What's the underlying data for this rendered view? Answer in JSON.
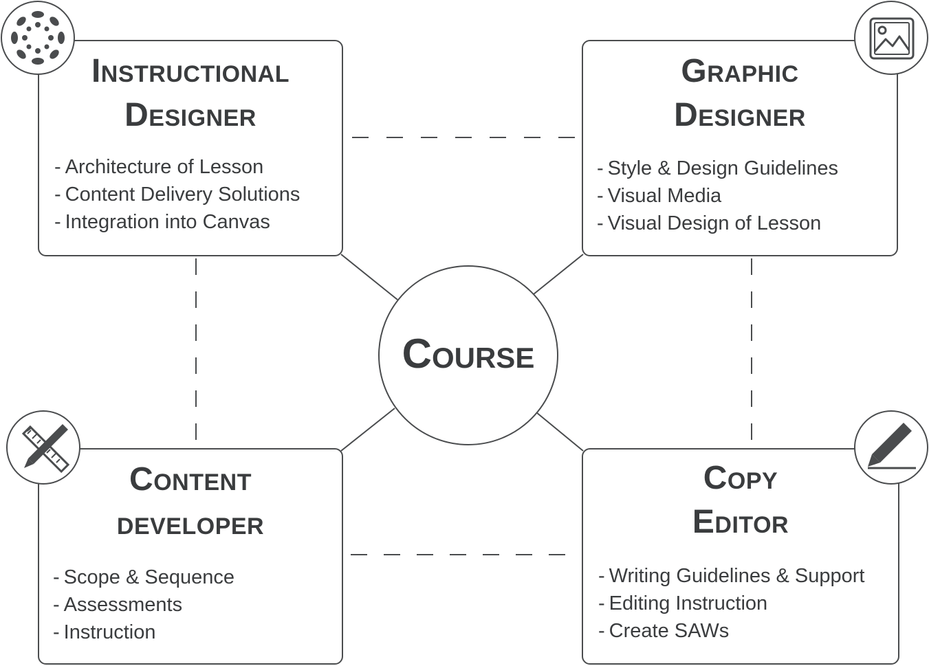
{
  "center": {
    "label": "Course"
  },
  "roles": [
    {
      "id": "instructional-designer",
      "title_lines": [
        "Instructional",
        "Designer"
      ],
      "items": [
        "Architecture of Lesson",
        "Content Delivery Solutions",
        "Integration into Canvas"
      ],
      "icon": "canvas-logo-icon"
    },
    {
      "id": "graphic-designer",
      "title_lines": [
        "Graphic",
        "Designer"
      ],
      "items": [
        "Style & Design Guidelines",
        "Visual Media",
        "Visual Design of Lesson"
      ],
      "icon": "image-icon"
    },
    {
      "id": "content-developer",
      "title_lines": [
        "Content",
        "developer"
      ],
      "items": [
        "Scope & Sequence",
        "Assessments",
        "Instruction"
      ],
      "icon": "pencil-ruler-icon"
    },
    {
      "id": "copy-editor",
      "title_lines": [
        "Copy",
        "Editor"
      ],
      "items": [
        "Writing Guidelines & Support",
        "Editing Instruction",
        "Create SAWs"
      ],
      "icon": "pencil-icon"
    }
  ],
  "item_prefix": "-",
  "colors": {
    "stroke": "#4a4c4e",
    "text": "#3a3c3e",
    "background": "#ffffff"
  }
}
